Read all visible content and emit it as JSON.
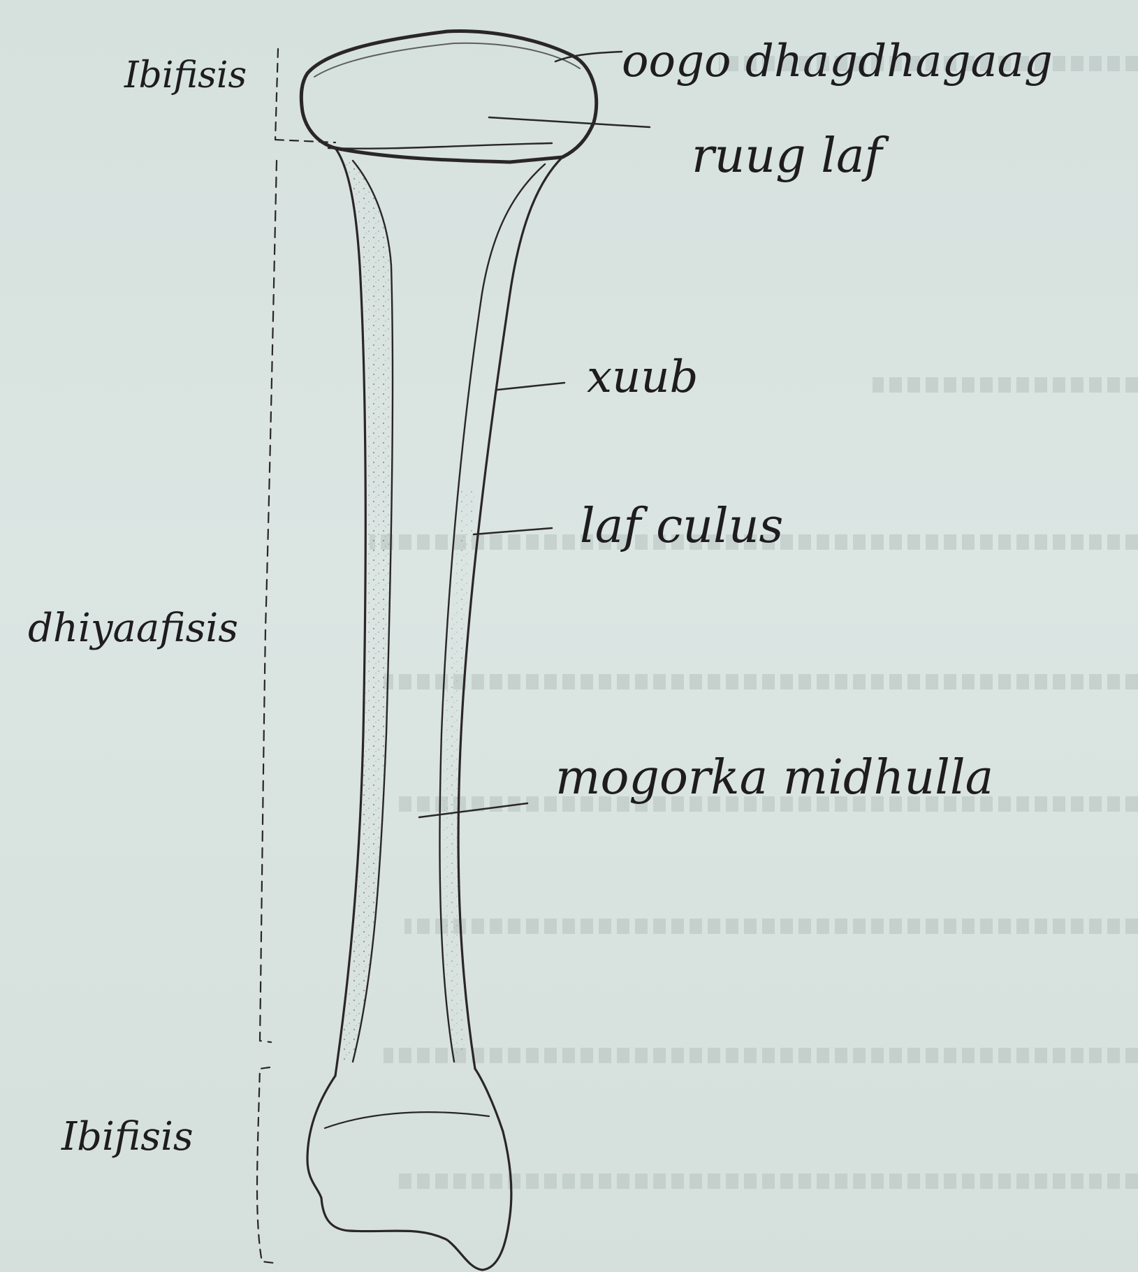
{
  "labels": {
    "epiphysis_top": "Ibifisis",
    "articular_cartilage": "oogo dhagdhagaag",
    "spongy_bone": "ruug laf",
    "periosteum": "xuub",
    "cortical_bone": "laf culus",
    "marrow": "mogorka midhulla",
    "diaphysis": "dhiyaafisis",
    "epiphysis_bottom": "Ibifisis"
  },
  "colors": {
    "paper": "#d9e3e0",
    "ink": "#2a2628"
  }
}
